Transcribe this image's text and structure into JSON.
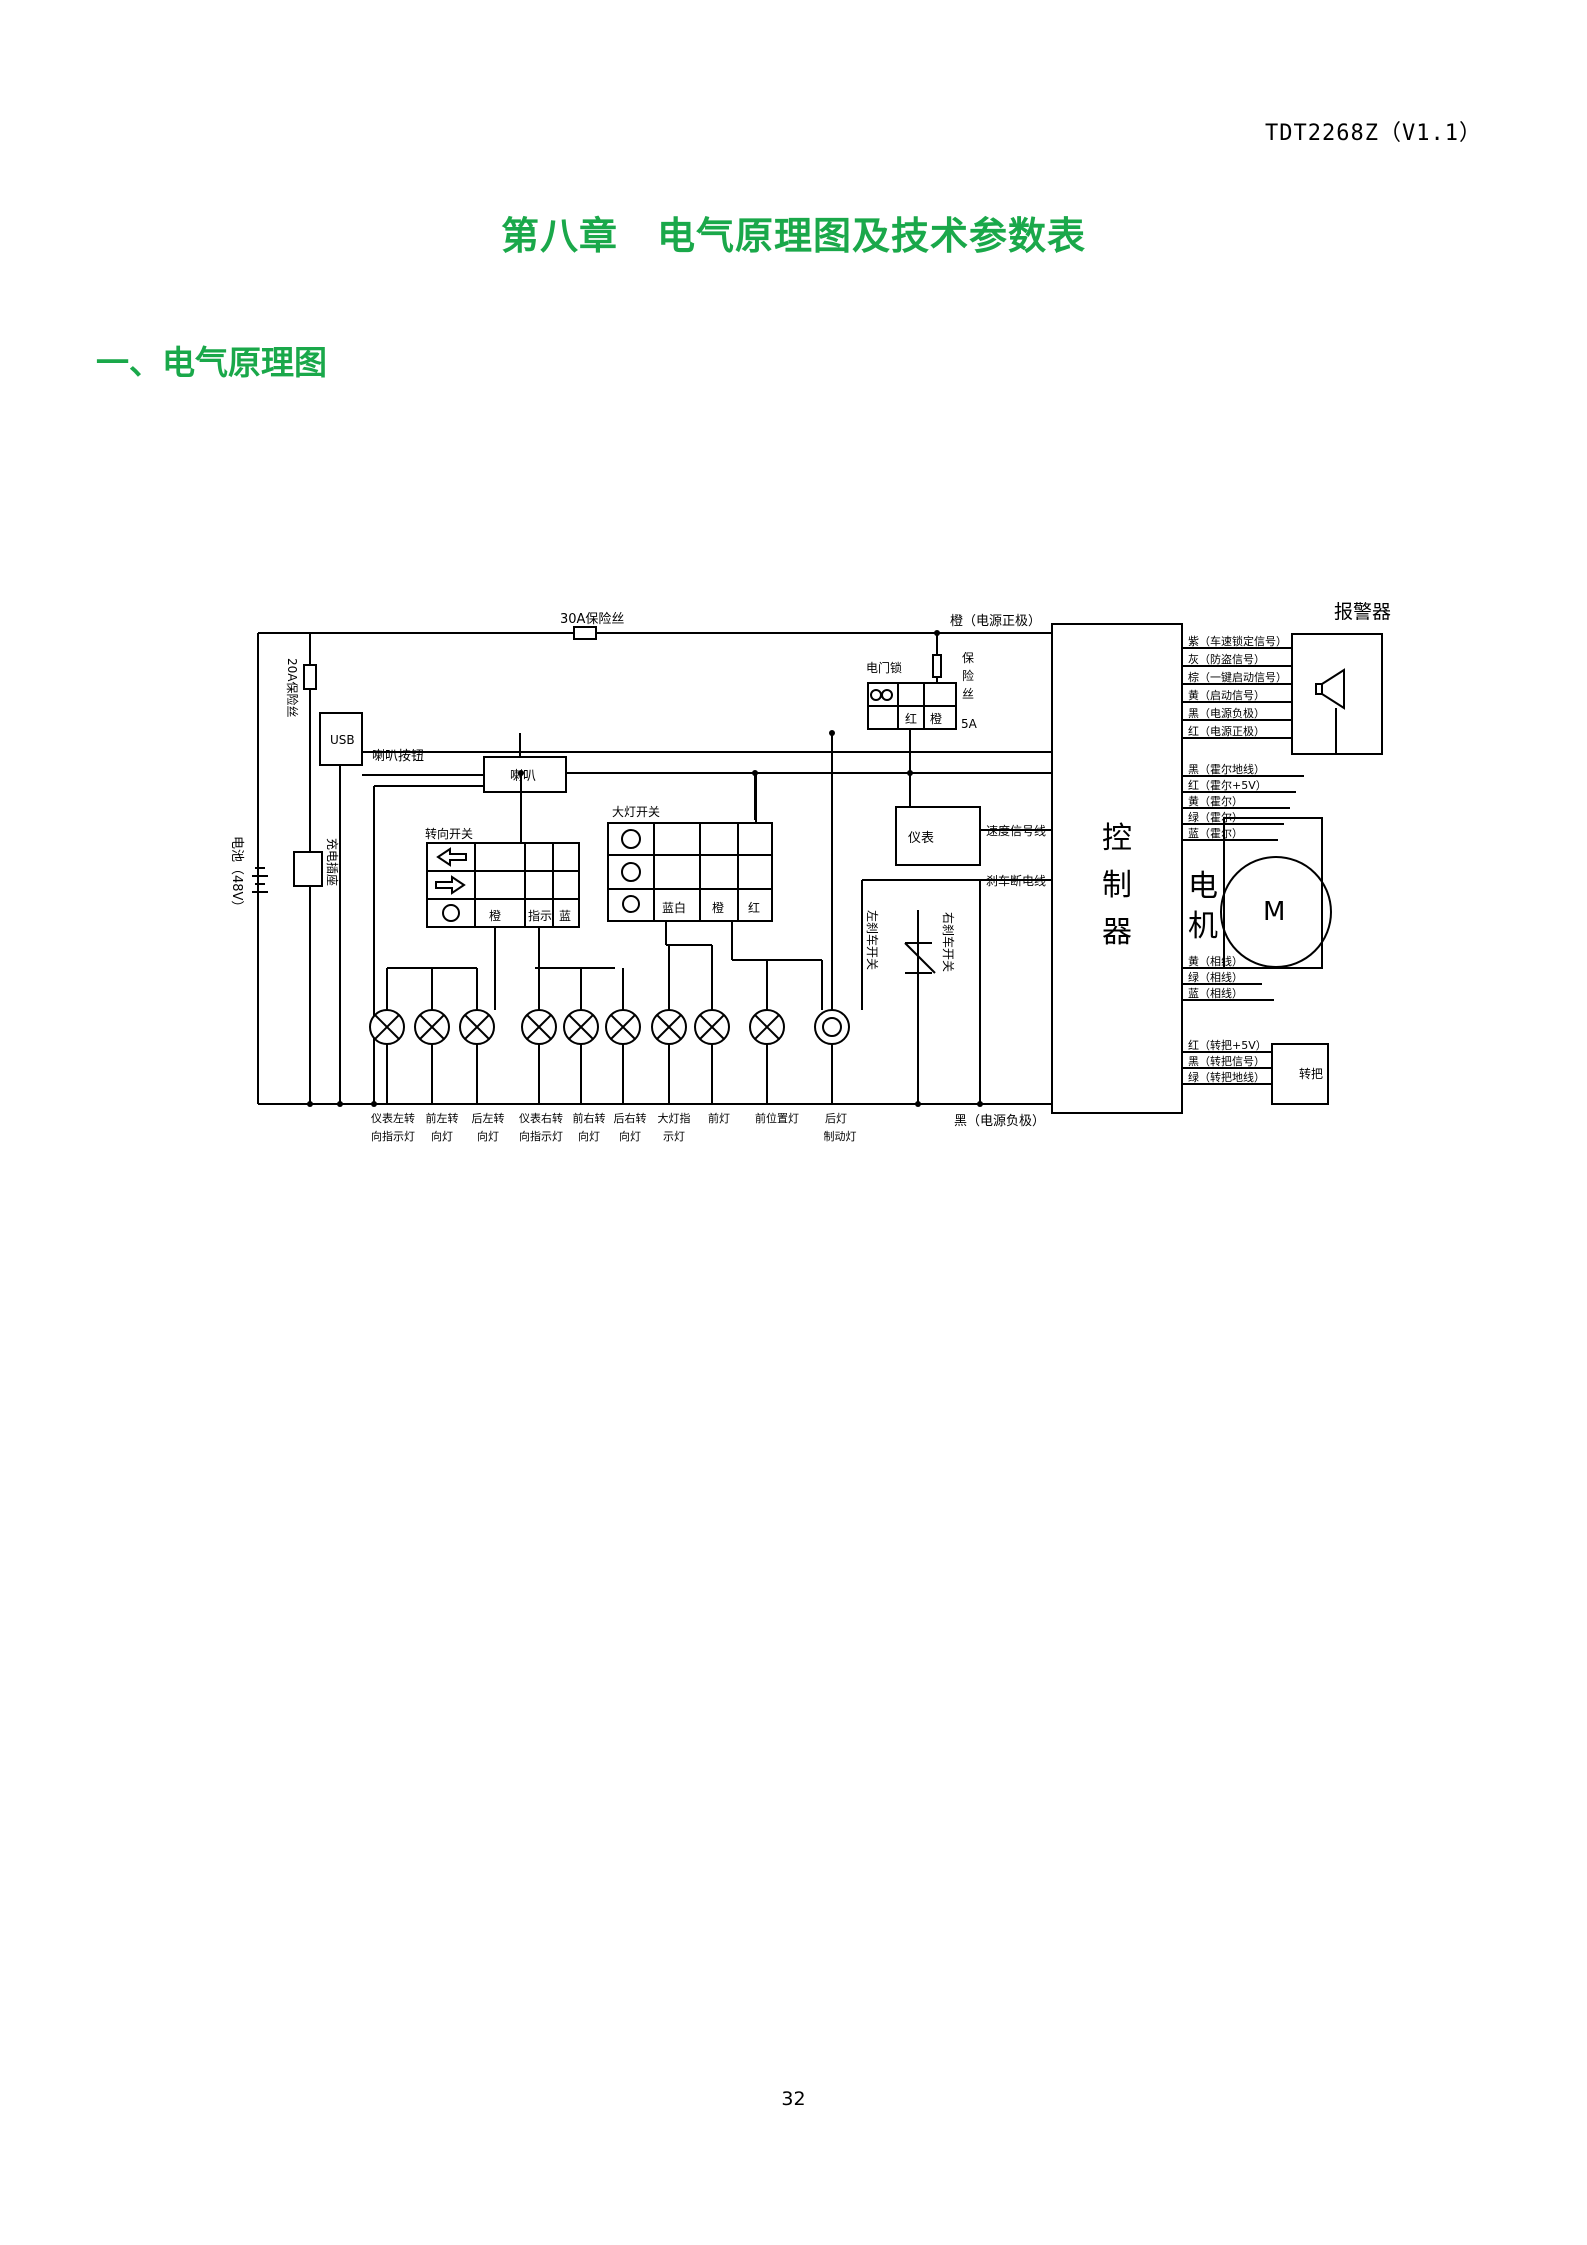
{
  "header": {
    "doc_id": "TDT2268Z（V1.1）"
  },
  "chapter_title": "第八章　电气原理图及技术参数表",
  "section_title": "一、电气原理图",
  "page_number": "32",
  "diagram": {
    "fuse_30a": "30A保险丝",
    "fuse_20a": "20A保险丝",
    "battery": "电池（48V）",
    "usb": "USB",
    "charge_port": "充电插座",
    "horn_button": "喇叭按钮",
    "horn": "喇叭",
    "door_lock": "电门锁",
    "lock_wire_red": "红",
    "lock_wire_orange": "橙",
    "fuse_5a_chars": [
      "保",
      "险",
      "丝",
      "5A"
    ],
    "power_positive": "橙（电源正极）",
    "power_negative": "黑（电源负极）",
    "turn_switch": "转向开关",
    "turn_switch_wires": [
      "橙",
      "指示",
      "蓝"
    ],
    "light_switch": "大灯开关",
    "light_switch_wires": [
      "蓝白",
      "橙",
      "红"
    ],
    "meter": "仪表",
    "speed_signal": "速度信号线",
    "brake_signal": "刹车断电线",
    "left_brake_switch": "左刹车开关",
    "right_brake_switch": "右刹车开关",
    "controller_chars": [
      "控",
      "制",
      "器"
    ],
    "motor_chars": [
      "电",
      "机"
    ],
    "motor_symbol": "M",
    "alarm": "报警器",
    "alarm_wires": [
      "紫（车速锁定信号）",
      "灰（防盗信号）",
      "棕（一键启动信号）",
      "黄（启动信号）",
      "黑（电源负极）",
      "红（电源正极）"
    ],
    "motor_wires": [
      "黑（霍尔地线）",
      "红（霍尔+5V）",
      "黄（霍尔）",
      "绿（霍尔）",
      "蓝（霍尔）",
      "黄（相线）",
      "绿（相线）",
      "蓝（相线）"
    ],
    "throttle": "转把",
    "throttle_wires": [
      "红（转把+5V）",
      "黑（转把信号）",
      "绿（转把地线）"
    ],
    "lamps": [
      [
        "仪表左转",
        "向指示灯"
      ],
      [
        "前左转",
        "向灯"
      ],
      [
        "后左转",
        "向灯"
      ],
      [
        "仪表右转",
        "向指示灯"
      ],
      [
        "前右转",
        "向灯"
      ],
      [
        "后右转",
        "向灯"
      ],
      [
        "大灯指",
        "示灯"
      ],
      [
        "前灯",
        ""
      ],
      [
        "前位置灯",
        ""
      ],
      [
        "后灯",
        "制动灯"
      ]
    ]
  },
  "colors": {
    "title_green": "#1aa84a",
    "line": "#000000"
  }
}
